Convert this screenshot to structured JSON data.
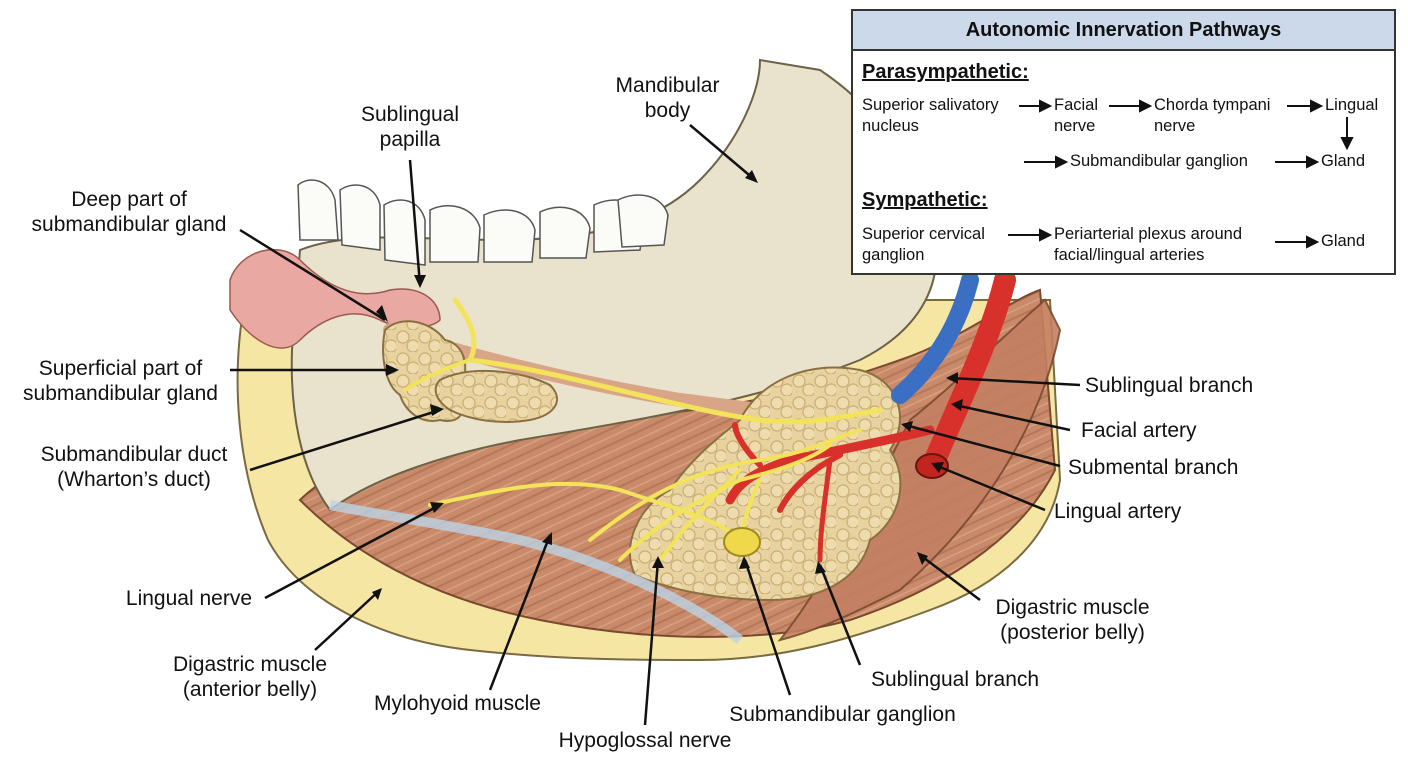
{
  "labels": {
    "sublingual_papilla": [
      "Sublingual",
      "papilla"
    ],
    "mandibular_body": [
      "Mandibular",
      "body"
    ],
    "deep_part": [
      "Deep part of",
      "submandibular gland"
    ],
    "superficial_part": [
      "Superficial part of",
      "submandibular gland"
    ],
    "submandibular_duct": [
      "Submandibular duct",
      "(Wharton’s duct)"
    ],
    "lingual_nerve": "Lingual nerve",
    "digastric_anterior": [
      "Digastric muscle",
      "(anterior belly)"
    ],
    "mylohyoid": "Mylohyoid muscle",
    "hypoglossal": "Hypoglossal nerve",
    "submandibular_ganglion": "Submandibular ganglion",
    "sublingual_branch_lower": "Sublingual branch",
    "digastric_posterior": [
      "Digastric muscle",
      "(posterior belly)"
    ],
    "sublingual_branch_upper": "Sublingual branch",
    "facial_artery": "Facial artery",
    "submental_branch": "Submental branch",
    "lingual_artery": "Lingual artery"
  },
  "pathways": {
    "title": "Autonomic Innervation Pathways",
    "parasympathetic": {
      "heading": "Parasympathetic:",
      "steps": [
        [
          "Superior salivatory",
          "nucleus"
        ],
        [
          "Facial",
          "nerve"
        ],
        [
          "Chorda tympani",
          "nerve"
        ],
        [
          "Lingual"
        ],
        [
          "Submandibular ganglion"
        ],
        [
          "Gland"
        ]
      ]
    },
    "sympathetic": {
      "heading": "Sympathetic:",
      "steps": [
        [
          "Superior cervical",
          "ganglion"
        ],
        [
          "Periarterial plexus around",
          "facial/lingual arteries"
        ],
        [
          "Gland"
        ]
      ]
    }
  },
  "colors": {
    "bone": "#e9e2cc",
    "muscle": "#c98a6a",
    "gland": "#e8d3a0",
    "nerve": "#f2e35a",
    "artery": "#d8302a",
    "vein": "#3a6fc4",
    "fat": "#f5e6a3",
    "header_fill": "#cbd9ea"
  }
}
